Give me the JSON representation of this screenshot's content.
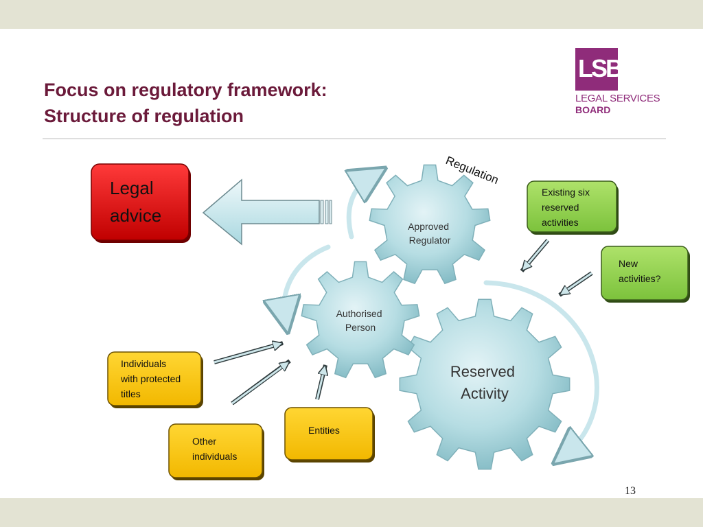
{
  "slide": {
    "title_line1": "Focus on regulatory framework:",
    "title_line2": "Structure of regulation",
    "page_number": "13"
  },
  "logo": {
    "mark": "LSB",
    "line1": "LEGAL SERVICES",
    "line2": "BOARD"
  },
  "diagram": {
    "regulation_label": "Regulation",
    "gears": {
      "approved_regulator": [
        "Approved",
        "Regulator"
      ],
      "authorised_person": [
        "Authorised",
        "Person"
      ],
      "reserved_activity": [
        "Reserved",
        "Activity"
      ]
    },
    "boxes": {
      "legal_advice": [
        "Legal",
        "advice"
      ],
      "existing_activities": [
        "Existing six",
        "reserved",
        "activities"
      ],
      "new_activities": [
        "New",
        "activities?"
      ],
      "protected_titles": [
        "Individuals",
        "with protected",
        "titles"
      ],
      "other_individuals": [
        "Other",
        "individuals"
      ],
      "entities": [
        "Entities"
      ]
    }
  },
  "colors": {
    "title": "#6b1a3a",
    "brand": "#8f2c7a",
    "gear": "#b6dde3",
    "red_box": "#e8141c",
    "green_box": "#92d050",
    "yellow_box": "#fcc800"
  }
}
